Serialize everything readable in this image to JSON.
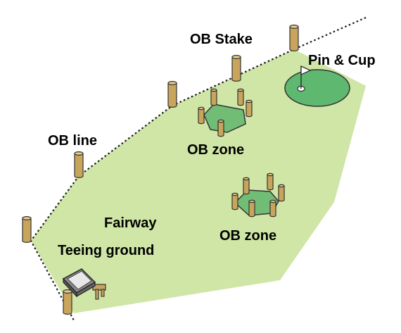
{
  "labels": {
    "ob_stake": "OB Stake",
    "pin_and_cup": "Pin & Cup",
    "ob_line": "OB line",
    "ob_zone_upper": "OB zone",
    "ob_zone_lower": "OB zone",
    "fairway": "Fairway",
    "teeing_ground": "Teeing ground"
  },
  "colors": {
    "fairway": "#cfe6a6",
    "ob_zone": "#72bd76",
    "green": "#5fb86f",
    "stake": "#c9a55c",
    "stake_top": "#e6c98a",
    "outline": "#333333",
    "ob_line": "#1a1a1a"
  },
  "icons": {
    "stake": "wooden-stake-icon",
    "flag": "pin-flag-icon",
    "tee_marker": "tee-marker-icon"
  }
}
